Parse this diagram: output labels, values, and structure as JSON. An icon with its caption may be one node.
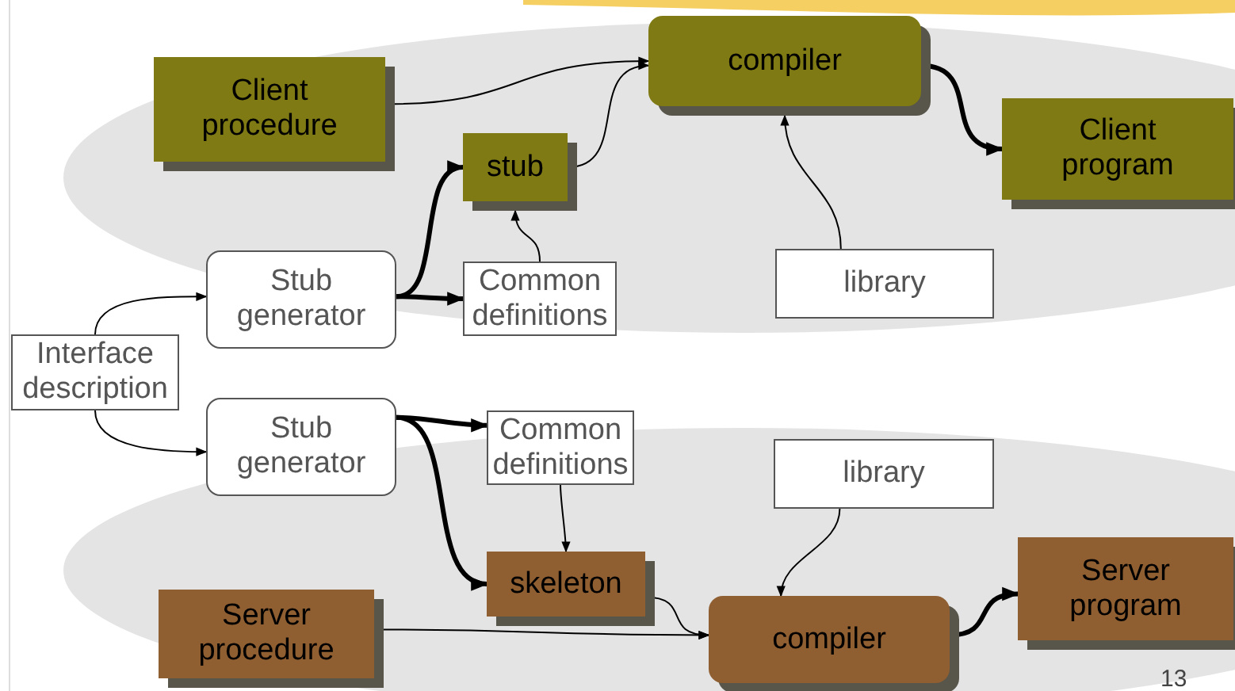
{
  "diagram": {
    "nodes": [
      {
        "text": [
          "Client procedure"
        ]
      },
      {
        "text": [
          "compiler"
        ]
      },
      {
        "text": [
          "stub"
        ]
      },
      {
        "text": [
          "Client program"
        ]
      },
      {
        "text": [
          "Stub generator"
        ]
      },
      {
        "text": [
          "Common definitions"
        ]
      },
      {
        "text": [
          "library"
        ]
      },
      {
        "text": [
          "Interface description"
        ]
      },
      {
        "text": [
          "Stub generator"
        ]
      },
      {
        "text": [
          "Common definitions"
        ]
      },
      {
        "text": [
          "library"
        ]
      },
      {
        "text": [
          "skeleton"
        ]
      },
      {
        "text": [
          "Server procedure"
        ]
      },
      {
        "text": [
          "compiler"
        ]
      },
      {
        "text": [
          "Server program"
        ]
      }
    ],
    "edges": [
      {
        "from": 0,
        "to": 1,
        "arrow": "to"
      },
      {
        "from": 2,
        "to": 1,
        "arrow": "to"
      },
      {
        "from": 1,
        "to": 3,
        "arrow": "to",
        "style": "thick"
      },
      {
        "from": 4,
        "to": 2,
        "arrow": "to",
        "style": "thick"
      },
      {
        "from": 4,
        "to": 5,
        "arrow": "to",
        "style": "thick"
      },
      {
        "from": 5,
        "to": 2,
        "arrow": "to"
      },
      {
        "from": 6,
        "to": 1,
        "arrow": "to"
      },
      {
        "from": 7,
        "to": 4,
        "arrow": "to"
      },
      {
        "from": 7,
        "to": 8,
        "arrow": "to"
      },
      {
        "from": 8,
        "to": 9,
        "arrow": "to",
        "style": "thick"
      },
      {
        "from": 8,
        "to": 11,
        "arrow": "to",
        "style": "thick"
      },
      {
        "from": 9,
        "to": 11,
        "arrow": "to"
      },
      {
        "from": 10,
        "to": 13,
        "arrow": "to"
      },
      {
        "from": 11,
        "to": 13,
        "arrow": "to"
      },
      {
        "from": 12,
        "to": 13,
        "arrow": "to"
      },
      {
        "from": 13,
        "to": 14,
        "arrow": "to",
        "style": "thick"
      }
    ],
    "labels": [
      "13"
    ]
  }
}
